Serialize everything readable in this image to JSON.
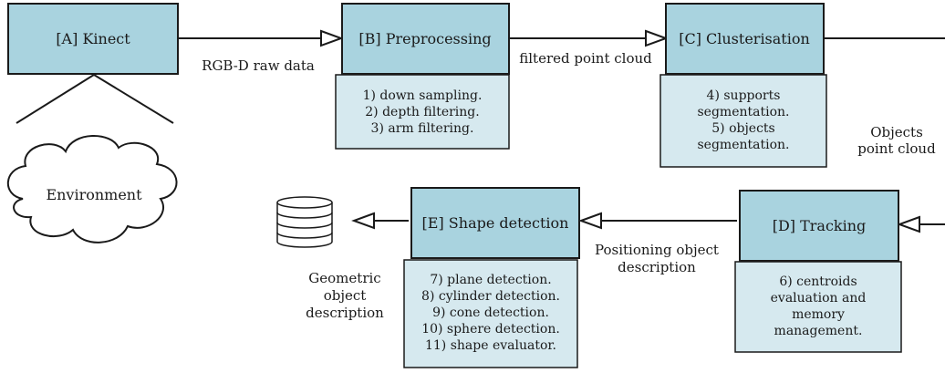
{
  "colors": {
    "node_fill": "#a9d3df",
    "note_fill": "#d6e9ef",
    "stroke": "#1a1a1a"
  },
  "nodes": {
    "kinect": "[A] Kinect",
    "preprocessing": "[B] Preprocessing",
    "clusterisation": "[C] Clusterisation",
    "tracking": "[D] Tracking",
    "shape_detection": "[E] Shape detection"
  },
  "environment": "Environment",
  "database_icon": "database-icon",
  "notes": {
    "preprocessing": [
      "1) down sampling.",
      "2) depth filtering.",
      "3) arm filtering."
    ],
    "clusterisation": [
      "4) supports",
      "segmentation.",
      "5) objects",
      "segmentation."
    ],
    "tracking": [
      "6) centroids",
      "evaluation and",
      "memory",
      "management."
    ],
    "shape_detection": [
      "7) plane detection.",
      "8) cylinder detection.",
      "9) cone detection.",
      "10) sphere detection.",
      "11) shape evaluator."
    ]
  },
  "edges": {
    "rgbd": "RGB-D raw data",
    "filtered": "filtered point cloud",
    "objects": [
      "Objects",
      "point cloud"
    ],
    "positioning": [
      "Positioning object",
      "description"
    ],
    "geometric": [
      "Geometric",
      "object",
      "description"
    ]
  }
}
